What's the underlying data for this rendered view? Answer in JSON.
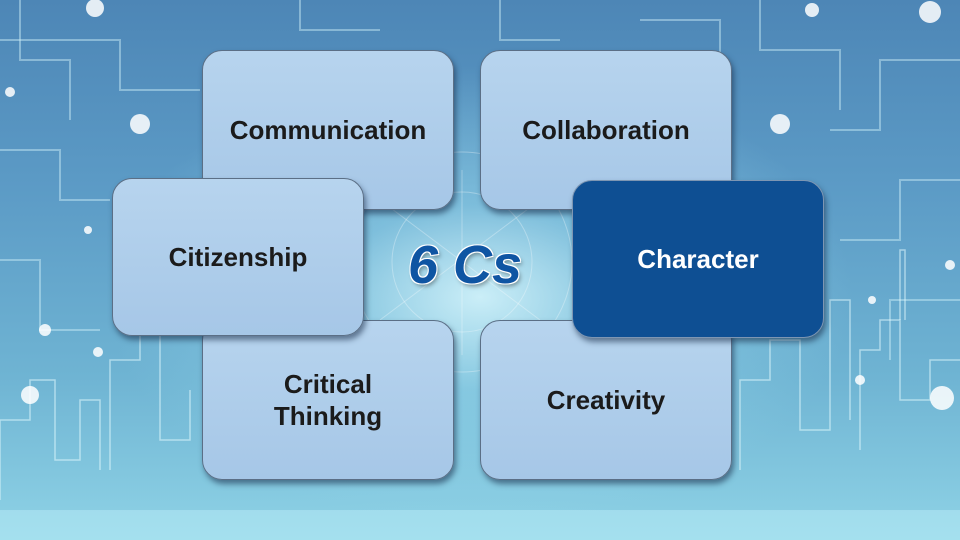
{
  "diagram": {
    "center_title": "6 Cs",
    "nodes": [
      {
        "id": "communication",
        "label": "Communication",
        "active": false
      },
      {
        "id": "collaboration",
        "label": "Collaboration",
        "active": false
      },
      {
        "id": "citizenship",
        "label": "Citizenship",
        "active": false
      },
      {
        "id": "character",
        "label": "Character",
        "active": true
      },
      {
        "id": "critical-thinking",
        "label": "Critical\nThinking",
        "active": false
      },
      {
        "id": "creativity",
        "label": "Creativity",
        "active": false
      }
    ]
  },
  "colors": {
    "box_fill": "#a6c7e7",
    "active_fill": "#0e4f93",
    "title_color": "#0f55a3",
    "background": "#5c9bc6"
  }
}
